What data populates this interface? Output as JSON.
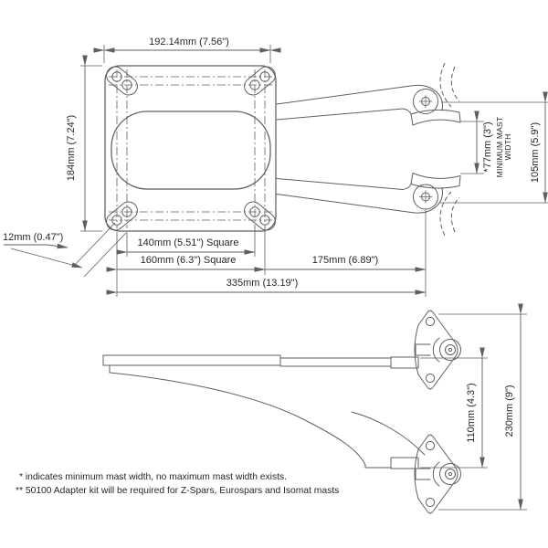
{
  "top_view": {
    "dim_width": "192.14mm (7.56\")",
    "dim_height": "184mm (7.24\")",
    "dim_hole": "12mm (0.47\")",
    "dim_inner_square": "140mm (5.51\") Square",
    "dim_outer_square": "160mm (6.3\") Square",
    "dim_offset": "175mm (6.89\")",
    "dim_total": "335mm (13.19\")",
    "dim_mast_width": "*77mm (3\")",
    "mast_note_line1": "MINIMUM MAST",
    "mast_note_line2": "WIDTH",
    "dim_pivot_span": "105mm (5.9\")"
  },
  "side_view": {
    "dim_bracket_gap": "110mm (4.3\")",
    "dim_overall_height": "230mm (9\")"
  },
  "footnotes": {
    "line1": "* indicates minimum mast width, no maximum mast width exists.",
    "line2": "** 50100 Adapter kit will be required for Z-Spars, Eurospars and Isomat masts"
  },
  "colors": {
    "line": "#5f5f5f",
    "text": "#262626",
    "background": "#ffffff"
  }
}
